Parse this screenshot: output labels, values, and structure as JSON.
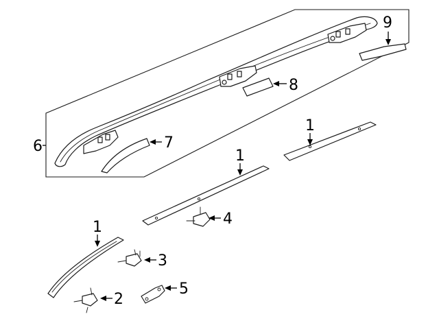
{
  "diagram": {
    "callouts": [
      {
        "id": "c1a",
        "label": "1"
      },
      {
        "id": "c1b",
        "label": "1"
      },
      {
        "id": "c1c",
        "label": "1"
      },
      {
        "id": "c2",
        "label": "2"
      },
      {
        "id": "c3",
        "label": "3"
      },
      {
        "id": "c4",
        "label": "4"
      },
      {
        "id": "c5",
        "label": "5"
      },
      {
        "id": "c6",
        "label": "6"
      },
      {
        "id": "c7",
        "label": "7"
      },
      {
        "id": "c8",
        "label": "8"
      },
      {
        "id": "c9",
        "label": "9"
      }
    ],
    "colors": {
      "line": "#1a1a1a",
      "background": "#ffffff"
    }
  }
}
